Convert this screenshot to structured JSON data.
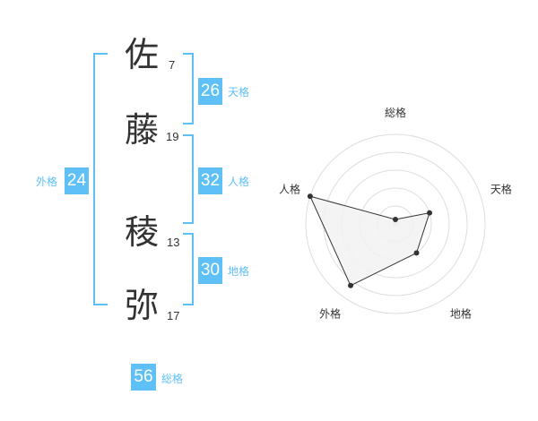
{
  "name": {
    "chars": [
      {
        "char": "佐",
        "strokes": "7"
      },
      {
        "char": "藤",
        "strokes": "19"
      },
      {
        "char": "稜",
        "strokes": "13"
      },
      {
        "char": "弥",
        "strokes": "17"
      }
    ]
  },
  "fortune": {
    "tenkaku": {
      "value": "26",
      "label": "天格"
    },
    "jinkaku": {
      "value": "32",
      "label": "人格"
    },
    "chikaku": {
      "value": "30",
      "label": "地格"
    },
    "gaikaku": {
      "value": "24",
      "label": "外格"
    },
    "soukaku": {
      "value": "56",
      "label": "総格"
    }
  },
  "colors": {
    "accent": "#5fc0f7",
    "text": "#333333",
    "radar_fill": "#f2f2f2",
    "ring": "#dddddd",
    "point": "#333333"
  },
  "chart_data": {
    "type": "radar",
    "axes": [
      "総格",
      "天格",
      "地格",
      "外格",
      "人格"
    ],
    "values": [
      0.05,
      0.4,
      0.4,
      0.85,
      1.0
    ],
    "scale_max": 1.0,
    "rings": 5,
    "grid": true
  }
}
